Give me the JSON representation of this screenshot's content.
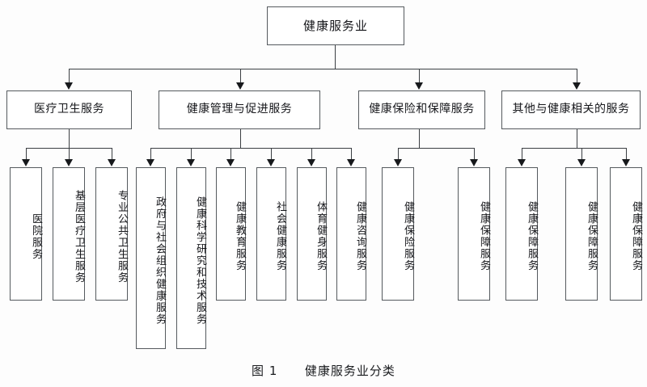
{
  "figure": {
    "caption_label": "图 1",
    "caption_title": "健康服务业分类",
    "root": {
      "label": "健康服务业"
    },
    "level2": [
      {
        "label": "医疗卫生服务"
      },
      {
        "label": "健康管理与促进服务"
      },
      {
        "label": "健康保险和保障服务"
      },
      {
        "label": "其他与健康相关的服务"
      }
    ],
    "leaves": [
      {
        "label": "医院服务",
        "parent": "医疗卫生服务"
      },
      {
        "label": "基层医疗卫生服务",
        "parent": "医疗卫生服务"
      },
      {
        "label": "专业公共卫生服务",
        "parent": "医疗卫生服务"
      },
      {
        "label": "政府与社会组织健康服务",
        "parent": "健康管理与促进服务"
      },
      {
        "label": "健康科学研究和技术服务",
        "parent": "健康管理与促进服务"
      },
      {
        "label": "健康教育服务",
        "parent": "健康管理与促进服务"
      },
      {
        "label": "社会健康服务",
        "parent": "健康管理与促进服务"
      },
      {
        "label": "体育健身服务",
        "parent": "健康管理与促进服务"
      },
      {
        "label": "健康咨询服务",
        "parent": "健康管理与促进服务"
      },
      {
        "label": "健康保险服务",
        "parent": "健康保险和保障服务"
      },
      {
        "label": "健康保障服务",
        "parent": "健康保险和保障服务"
      },
      {
        "label": "健康保障服务",
        "parent": "其他与健康相关的服务"
      },
      {
        "label": "健康保障服务",
        "parent": "其他与健康相关的服务"
      },
      {
        "label": "健康保障服务",
        "parent": "其他与健康相关的服务"
      }
    ],
    "colors": {
      "box_border": "#555a5e",
      "connector": "#3b3f43",
      "text": "#15161a",
      "background": "#fdfdfd"
    }
  }
}
